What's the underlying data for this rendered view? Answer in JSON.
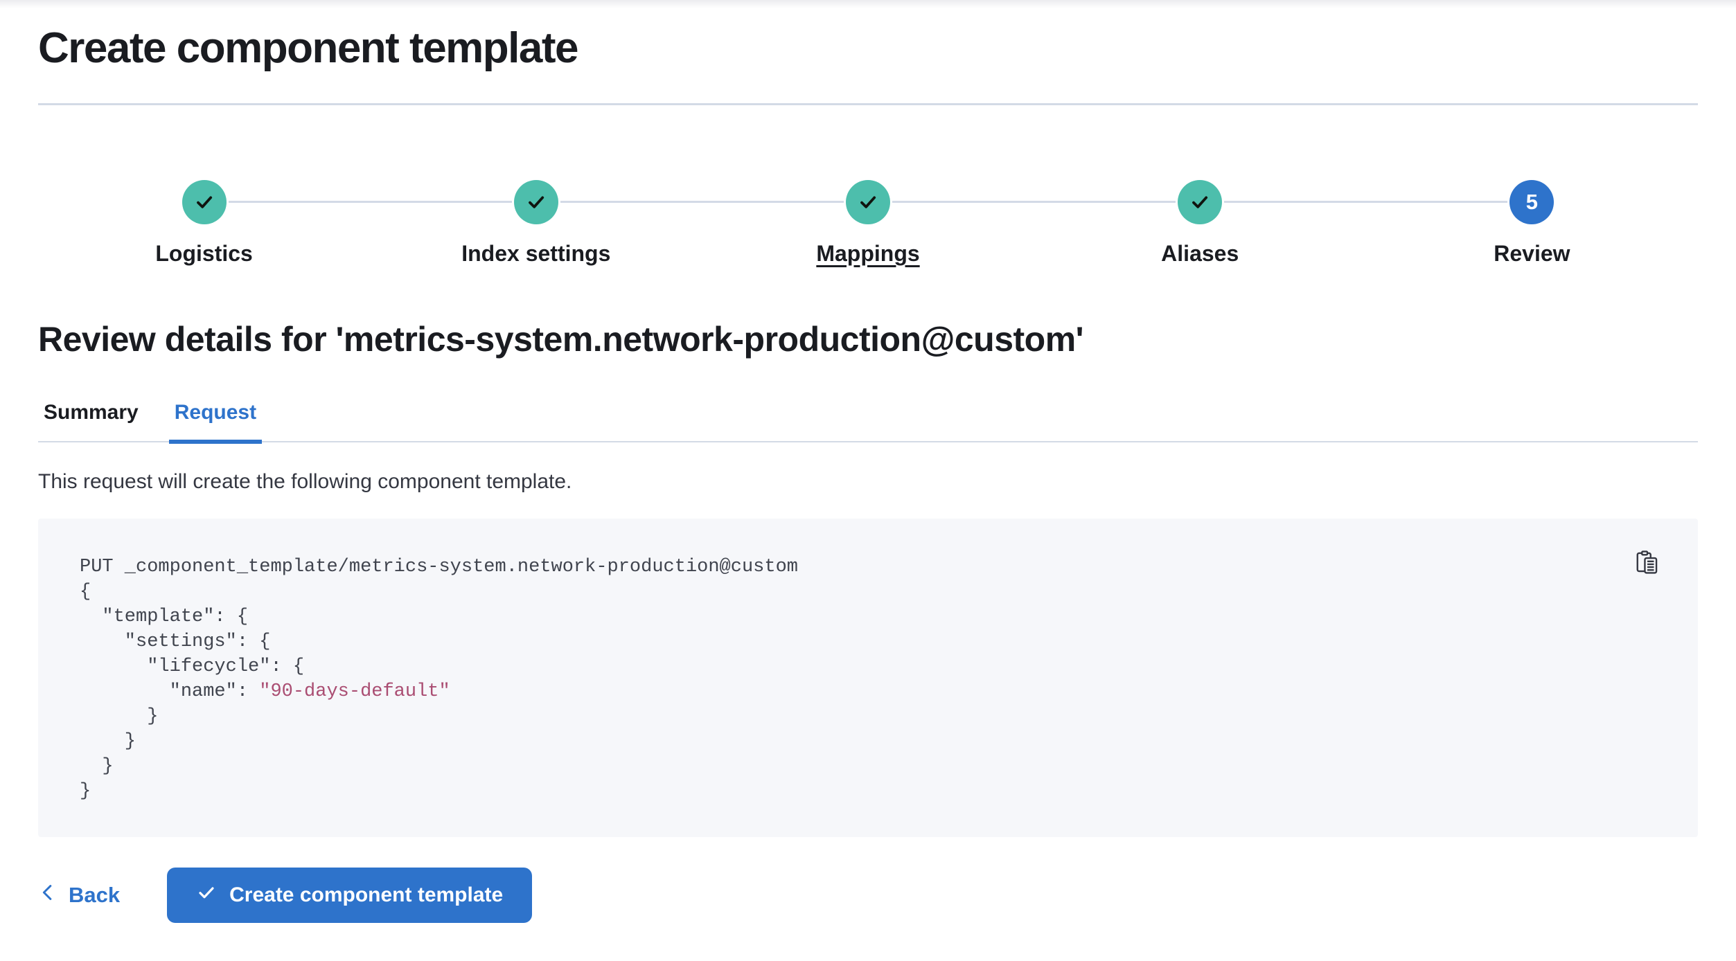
{
  "page": {
    "title": "Create component template"
  },
  "colors": {
    "accent_blue": "#2E73CB",
    "success_teal": "#4DBEAC",
    "divider_gray": "#D3DAE6",
    "code_background": "#F6F7FA",
    "code_string": "#AA4D72",
    "text_dark": "#1A1C21"
  },
  "stepper": {
    "steps": [
      {
        "label": "Logistics",
        "status": "complete",
        "icon": "check-icon"
      },
      {
        "label": "Index settings",
        "status": "complete",
        "icon": "check-icon"
      },
      {
        "label": "Mappings",
        "status": "complete",
        "icon": "check-icon",
        "underlined": true
      },
      {
        "label": "Aliases",
        "status": "complete",
        "icon": "check-icon"
      },
      {
        "label": "Review",
        "status": "current",
        "number": "5"
      }
    ]
  },
  "review": {
    "heading": "Review details for 'metrics-system.network-production@custom'",
    "tabs": [
      {
        "label": "Summary",
        "active": false
      },
      {
        "label": "Request",
        "active": true
      }
    ],
    "description": "This request will create the following component template."
  },
  "code_block": {
    "copy_icon": "copy-clipboard-icon",
    "lines": [
      [
        {
          "text": "PUT _component_template/metrics-system.network-production@custom",
          "type": "plain"
        }
      ],
      [
        {
          "text": "{",
          "type": "plain"
        }
      ],
      [
        {
          "text": "  \"template\": {",
          "type": "plain"
        }
      ],
      [
        {
          "text": "    \"settings\": {",
          "type": "plain"
        }
      ],
      [
        {
          "text": "      \"lifecycle\": {",
          "type": "plain"
        }
      ],
      [
        {
          "text": "        \"name\": ",
          "type": "plain"
        },
        {
          "text": "\"90-days-default\"",
          "type": "string"
        }
      ],
      [
        {
          "text": "      }",
          "type": "plain"
        }
      ],
      [
        {
          "text": "    }",
          "type": "plain"
        }
      ],
      [
        {
          "text": "  }",
          "type": "plain"
        }
      ],
      [
        {
          "text": "}",
          "type": "plain"
        }
      ]
    ]
  },
  "footer": {
    "back_label": "Back",
    "create_label": "Create component template"
  }
}
